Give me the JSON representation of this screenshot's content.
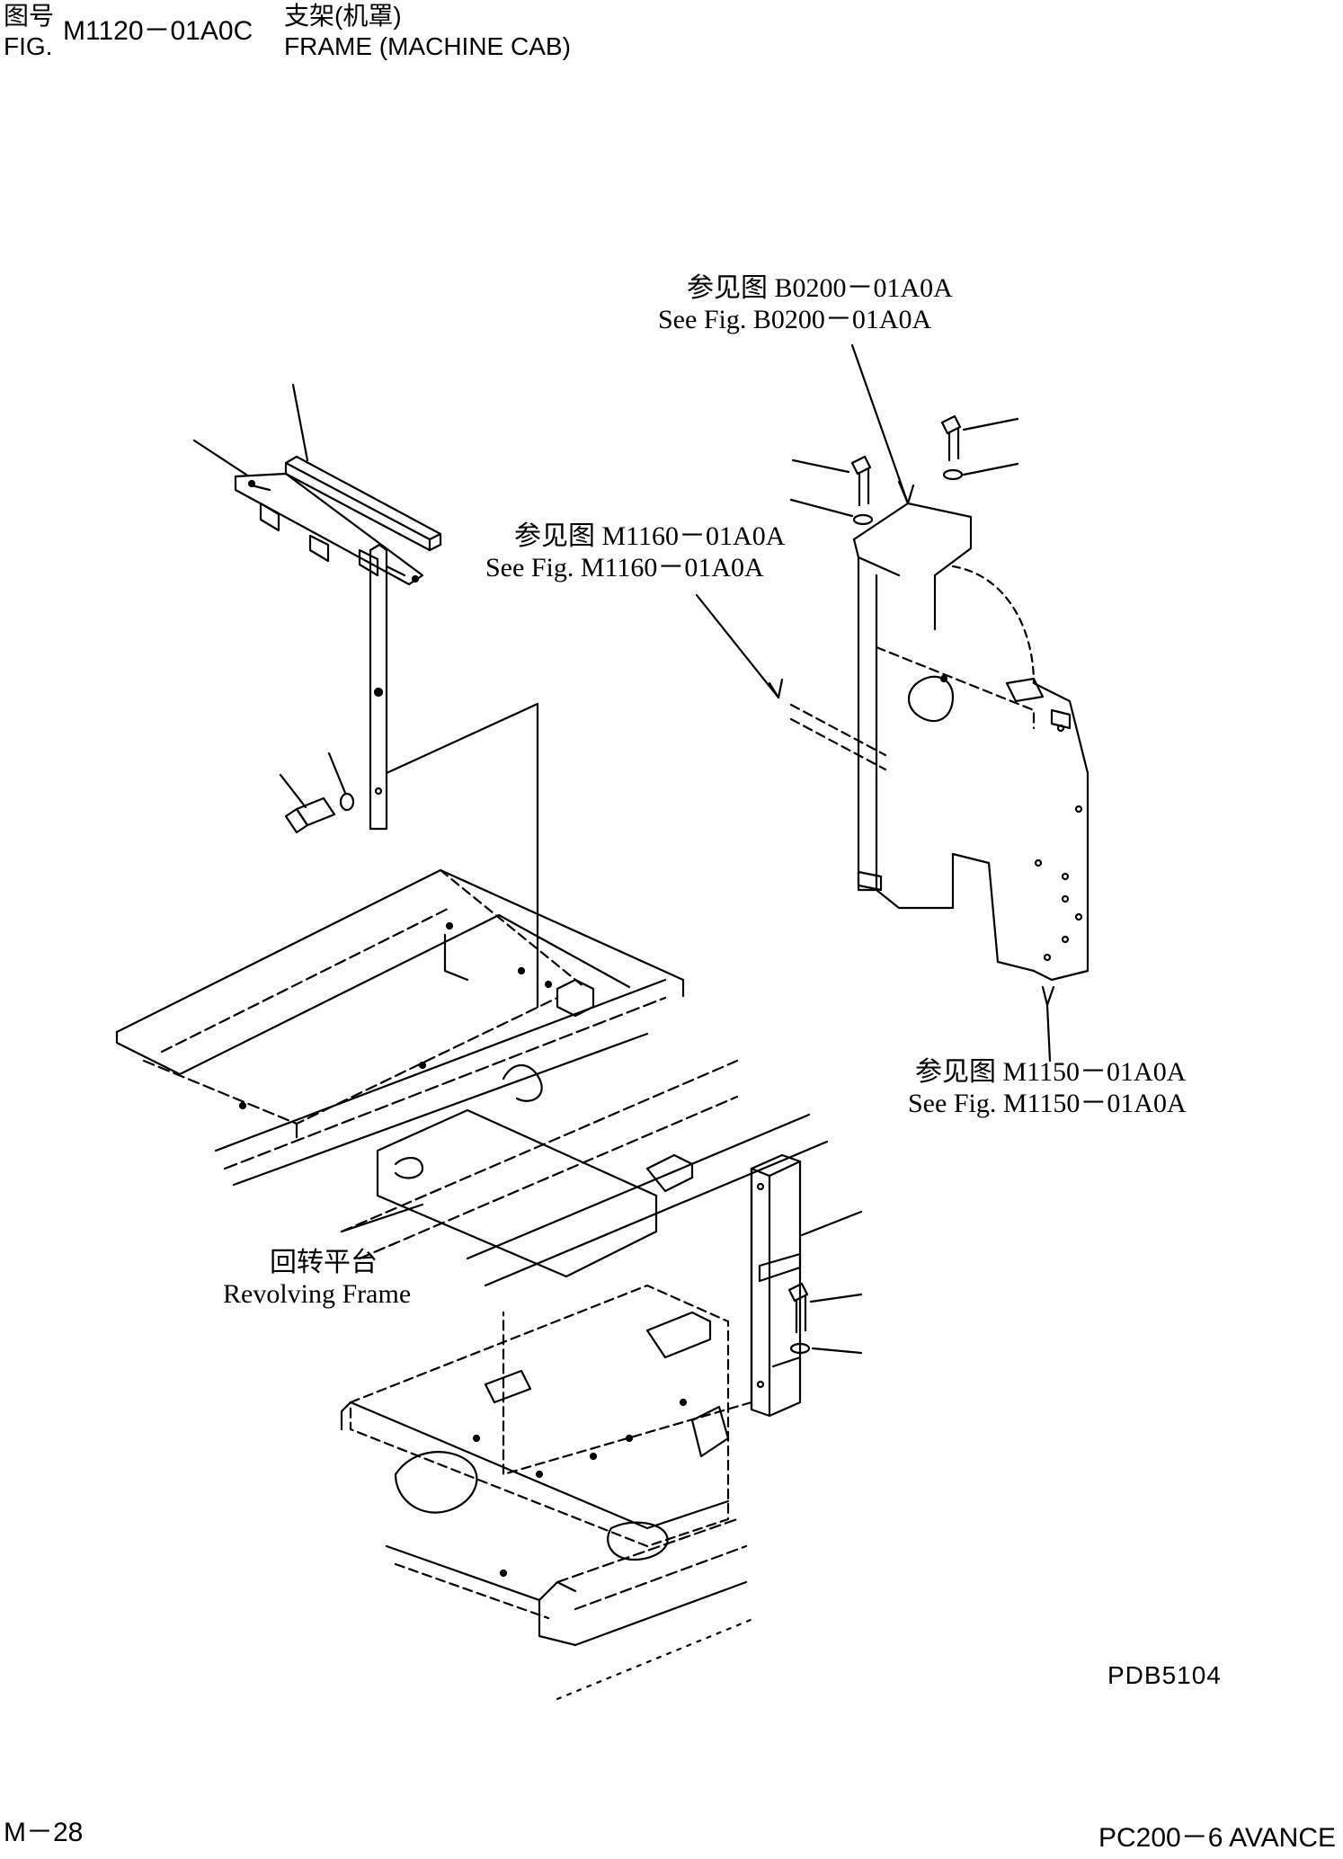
{
  "header": {
    "fig_label_cn": "图号",
    "fig_label_en": "FIG.",
    "fig_number": "M1120－01A0C",
    "title_cn": "支架(机罩)",
    "title_en": "FRAME (MACHINE CAB)"
  },
  "callouts": {
    "b0200": {
      "cn": "参见图 B0200－01A0A",
      "en": "See Fig. B0200－01A0A"
    },
    "m1160": {
      "cn": "参见图 M1160－01A0A",
      "en": "See Fig. M1160－01A0A"
    },
    "m1150": {
      "cn": "参见图 M1150－01A0A",
      "en": "See Fig. M1150－01A0A"
    },
    "revolving": {
      "cn": "回转平台",
      "en": "Revolving Frame"
    }
  },
  "drawing_code": "PDB5104",
  "footer": {
    "page": "M－28",
    "model": "PC200－6 AVANCE"
  },
  "colors": {
    "ink": "#000000",
    "paper": "#ffffff"
  }
}
